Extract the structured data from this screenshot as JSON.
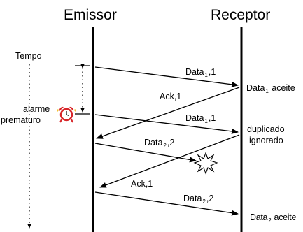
{
  "headers": {
    "sender": "Emissor",
    "receiver": "Receptor"
  },
  "time_label": "Tempo",
  "timer_label": {
    "line1": "alarme",
    "line2": "prematuro"
  },
  "messages": {
    "data1_first": {
      "base": "Data",
      "sub": "1",
      "tail": ",1"
    },
    "ack1_first": {
      "text": "Ack,1"
    },
    "data1_retx": {
      "base": "Data",
      "sub": "1",
      "tail": ",1"
    },
    "data2_lost": {
      "base": "Data",
      "sub": "2",
      "tail": ",2"
    },
    "ack1_second": {
      "text": "Ack,1"
    },
    "data2_second": {
      "base": "Data",
      "sub": "2",
      "tail": ",2"
    }
  },
  "receiver_notes": {
    "data1_accepted": {
      "base": "Data",
      "sub": "1",
      "tail": " aceite"
    },
    "duplicate_line1": "duplicado",
    "duplicate_line2": "ignorado",
    "data2_accepted": {
      "base": "Data",
      "sub": "2",
      "tail": " aceite"
    }
  },
  "icons": [
    "alarm-clock-icon",
    "packet-loss-explosion-icon"
  ],
  "colors": {
    "ink": "#000000",
    "alarm_red": "#d8262a",
    "alarm_yellow": "#f2c230"
  }
}
